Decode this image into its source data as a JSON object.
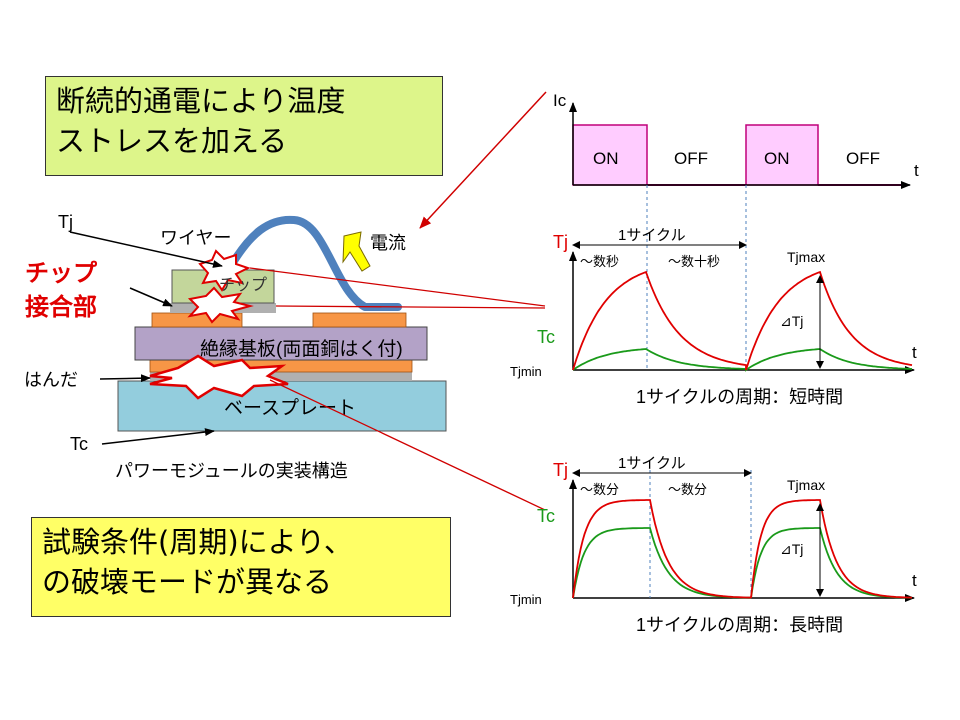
{
  "callout_top": {
    "line1": "断続的通電により温度",
    "line2": "ストレスを加える"
  },
  "callout_bottom": {
    "line1": "試験条件(周期)により、",
    "line2": "の破壊モードが異なる"
  },
  "module": {
    "tj": "Tj",
    "wire": "ワイヤー",
    "current": "電流",
    "chip_joint_line1": "チップ",
    "chip_joint_line2": "接合部",
    "chip": "チップ",
    "substrate": "絶縁基板(両面銅はく付)",
    "solder": "はんだ",
    "baseplate": "ベースプレート",
    "tc": "Tc",
    "caption": "パワーモジュールの実装構造"
  },
  "current_chart": {
    "ylabel": "Ic",
    "xlabel": "t",
    "states": [
      "ON",
      "OFF",
      "ON",
      "OFF"
    ],
    "colors": {
      "on_fill": "#ffccff",
      "on_stroke": "#c0007a"
    }
  },
  "chart_data": [
    {
      "type": "line",
      "title": "1サイクルの周期：短時間",
      "xlabel": "t",
      "cycle_label": "1サイクル",
      "heat_label": "～数秒",
      "cool_label": "～数十秒",
      "tjmax": "Tjmax",
      "delta_tj": "⊿Tj",
      "tjmin": "Tjmin",
      "series": [
        {
          "name": "Tj",
          "color": "#e00000",
          "shape": "slow_rise"
        },
        {
          "name": "Tc",
          "color": "#1a9a1a",
          "shape": "small_rise"
        }
      ]
    },
    {
      "type": "line",
      "title": "1サイクルの周期：長時間",
      "xlabel": "t",
      "cycle_label": "1サイクル",
      "heat_label": "～数分",
      "cool_label": "～数分",
      "tjmax": "Tjmax",
      "delta_tj": "⊿Tj",
      "tjmin": "Tjmin",
      "series": [
        {
          "name": "Tj",
          "color": "#e00000",
          "shape": "saturating"
        },
        {
          "name": "Tc",
          "color": "#1a9a1a",
          "shape": "saturating"
        }
      ]
    }
  ]
}
